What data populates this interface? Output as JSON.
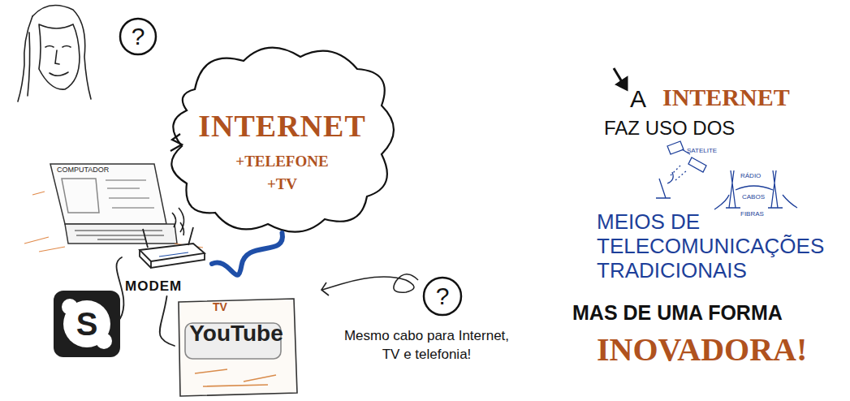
{
  "diagram": {
    "nodes": [
      {
        "text": [
          "INTERNET",
          "+TELEFONE",
          "+TV"
        ]
      },
      {
        "text": [
          "COMPUTADOR"
        ]
      },
      {
        "text": [
          "MODEM"
        ]
      },
      {
        "text": [
          "S"
        ]
      },
      {
        "text": [
          "TV",
          "YouTube"
        ]
      }
    ],
    "edges": [
      {
        "from": 0,
        "to": 2,
        "arrow": "none"
      },
      {
        "from": 2,
        "to": 3,
        "arrow": "none"
      },
      {
        "from": 2,
        "to": 4,
        "arrow": "none"
      }
    ],
    "labels": [
      "?",
      "?",
      "Mesmo cabo para Internet, TV e telefonia!",
      "A",
      "INTERNET",
      "FAZ USO DOS",
      "SATELITE",
      "RÁDIO",
      "CABOS",
      "FIBRAS",
      "MEIOS DE TELECOMUNICAÇÕES TRADICIONAIS",
      "MAS DE UMA FORMA",
      "INOVADORA!"
    ]
  }
}
